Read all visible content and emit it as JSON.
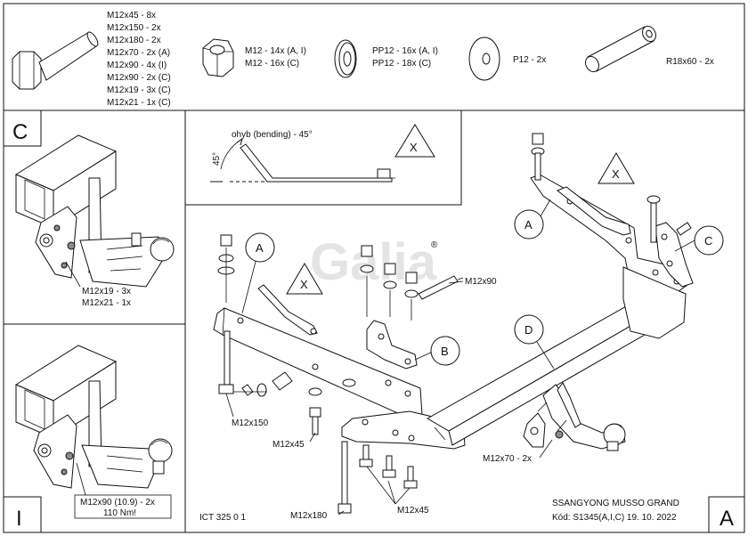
{
  "hardware_list": {
    "bolts": [
      "M12x45 - 8x",
      "M12x150 - 2x",
      "M12x180 - 2x",
      "M12x70 - 2x (A)",
      "M12x90 - 4x (I)",
      "M12x90 - 2x (C)",
      "M12x19 - 3x (C)",
      "M12x21 - 1x (C)"
    ],
    "nuts": [
      "M12 - 14x (A, I)",
      "M12 - 16x (C)"
    ],
    "washers": [
      "PP12 - 16x (A, I)",
      "PP12 - 18x (C)"
    ],
    "plates": "P12 - 2x",
    "tube": "R18x60 - 2x"
  },
  "variant_c": {
    "letter": "C",
    "bolt_labels": [
      "M12x19 - 3x",
      "M12x21 - 1x"
    ]
  },
  "variant_i": {
    "letter": "I",
    "bolt_label": "M12x90 (10.9) - 2x",
    "torque": "110 Nm!"
  },
  "bending": {
    "label": "ohyb (bending) - 45°",
    "angle_label": "45°",
    "warning_symbol": "X"
  },
  "assembly": {
    "part_labels": [
      "A",
      "X",
      "B",
      "A",
      "X",
      "C",
      "D"
    ],
    "bolt_callouts": {
      "top_right": "M12x90",
      "left": "M12x150",
      "left_low": "M12x45",
      "bottom_left": "M12x180",
      "bottom_mid": "M12x45",
      "right": "M12x70 - 2x"
    },
    "watermark": "Galia",
    "watermark_mark": "®"
  },
  "title_block": {
    "drawing_number": "ICT 325 0 1",
    "vehicle": "SSANGYONG MUSSO GRAND",
    "code": "Kód: S1345(A,I,C)  19. 10. 2022",
    "variant": "A"
  }
}
